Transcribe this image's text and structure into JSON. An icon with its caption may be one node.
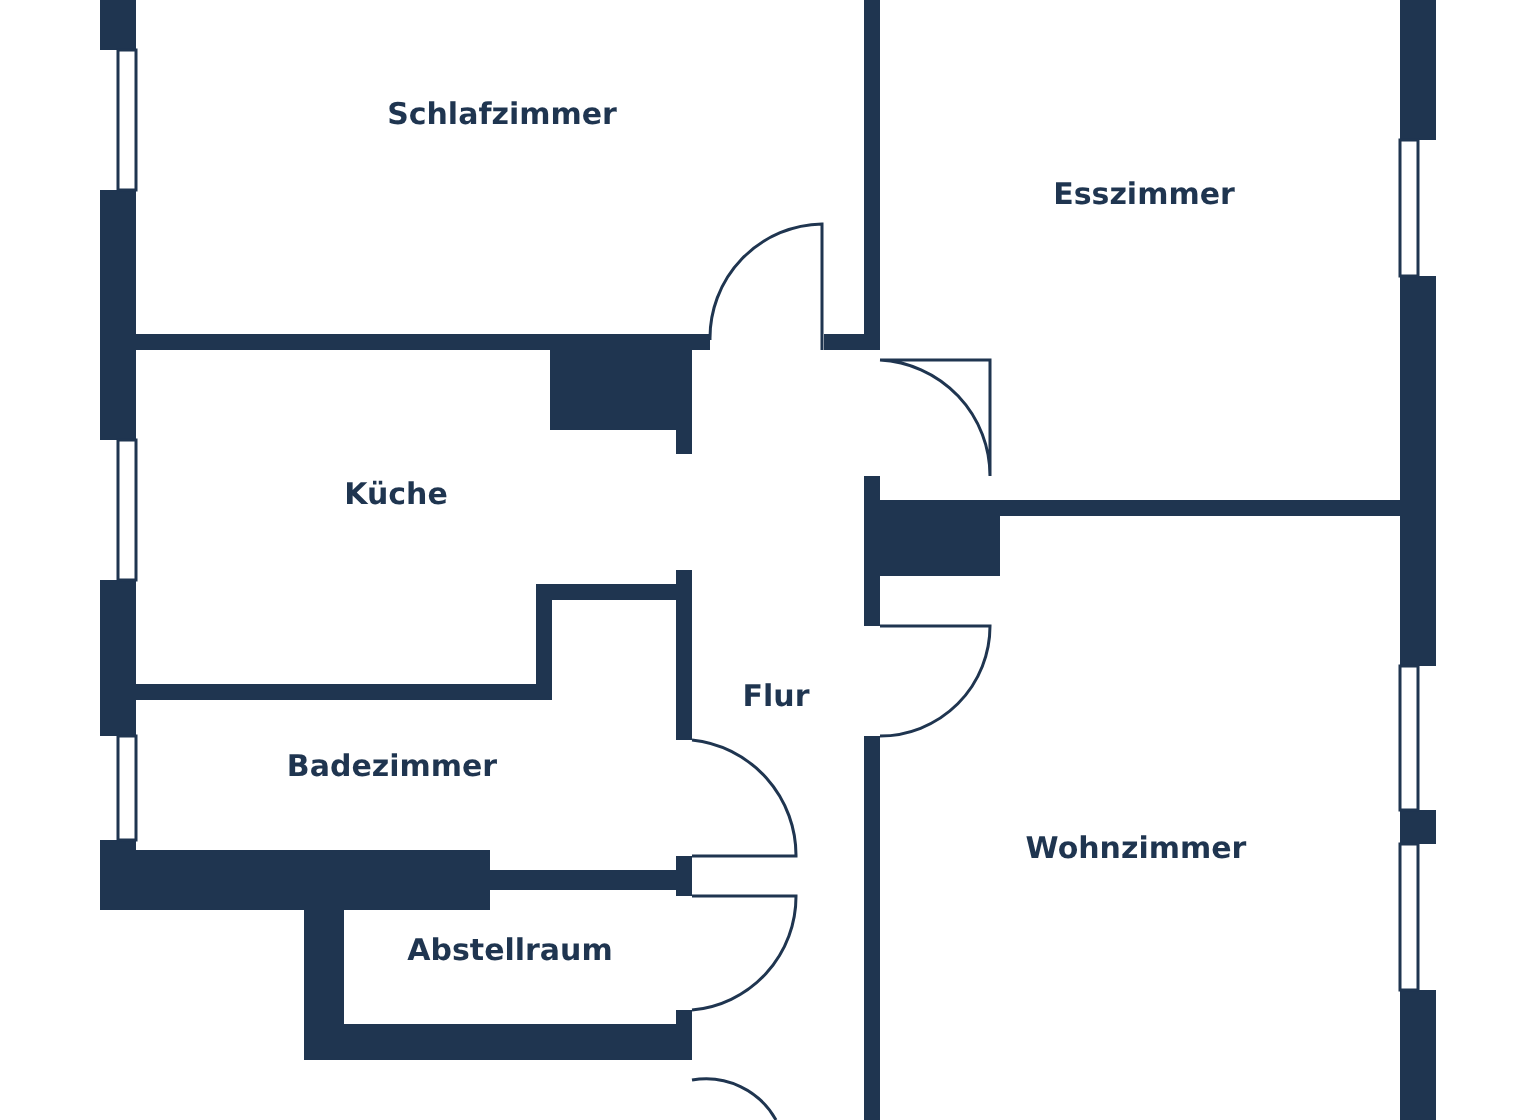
{
  "diagram": {
    "nodes": [
      {
        "text": [
          "Schlafzimmer"
        ]
      },
      {
        "text": [
          "Esszimmer"
        ]
      },
      {
        "text": [
          "Küche"
        ]
      },
      {
        "text": [
          "Flur"
        ]
      },
      {
        "text": [
          "Badezimmer"
        ]
      },
      {
        "text": [
          "Abstellraum"
        ]
      },
      {
        "text": [
          "Wohnzimmer"
        ]
      }
    ]
  }
}
